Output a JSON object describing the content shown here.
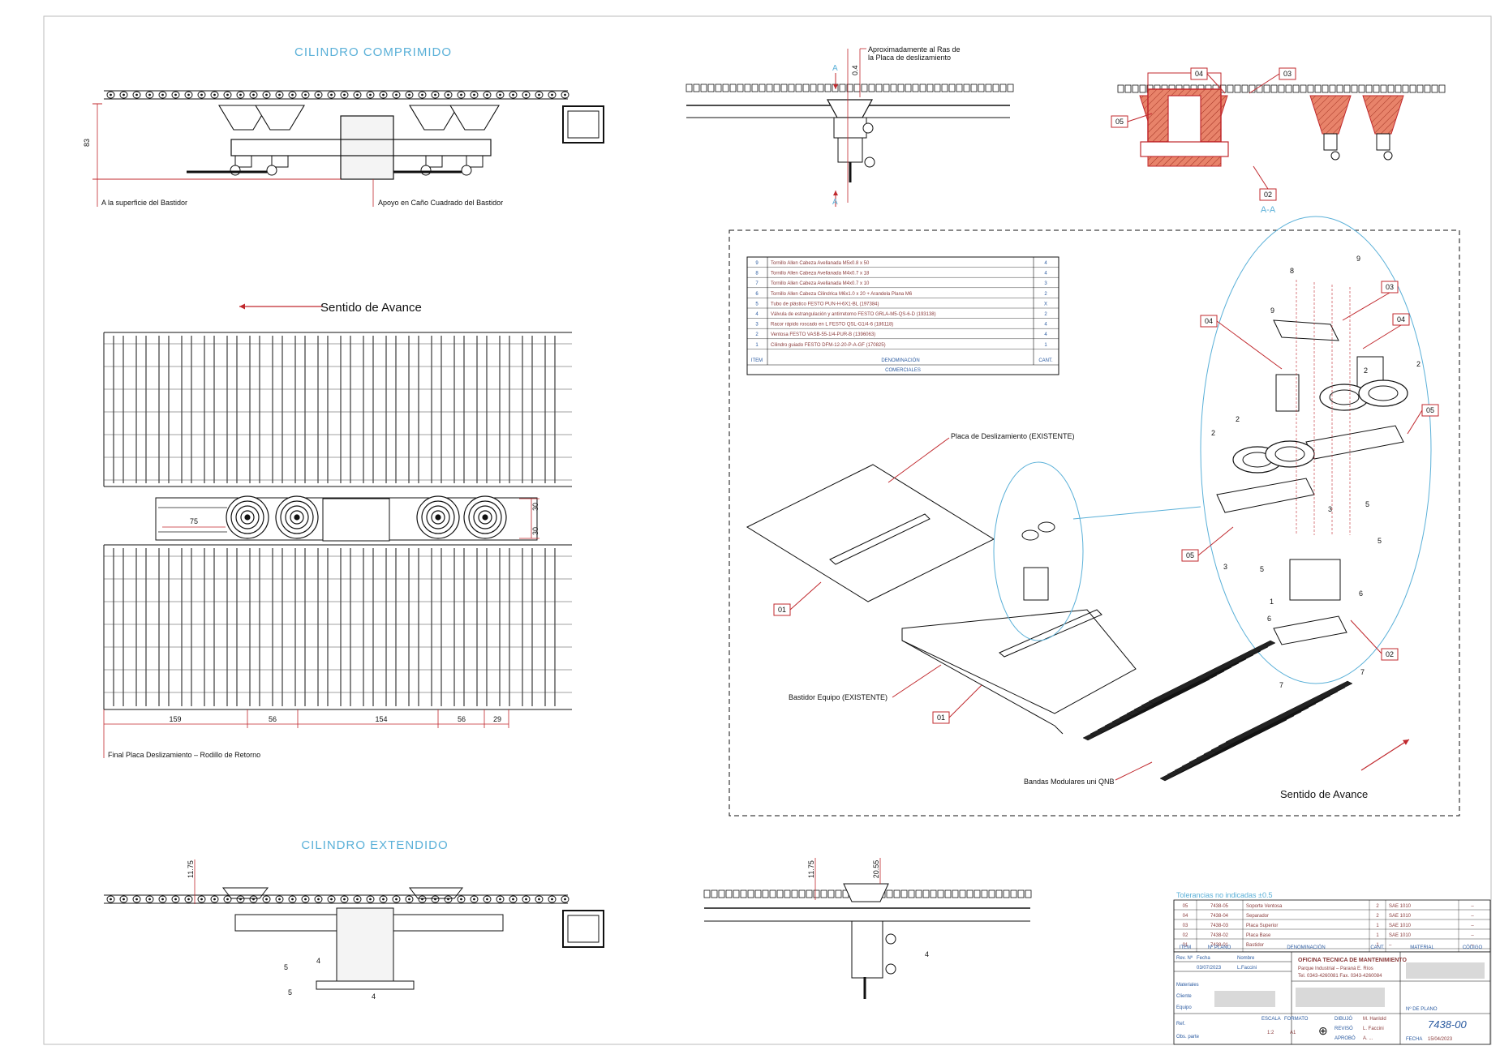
{
  "views": {
    "compressed_title": "CILINDRO COMPRIMIDO",
    "extended_title": "CILINDRO EXTENDIDO",
    "note_surface": "A la superficie del Bastidor",
    "note_support": "Apoyo en Caño Cuadrado del Bastidor",
    "note_flush_1": "Aproximadamente al Ras de",
    "note_flush_2": "la Placa de deslizamiento",
    "section_letter": "A",
    "section_title": "A-A",
    "direction_text": "Sentido de Avance",
    "direction_text_iso": "Sentido de Avance",
    "final_plate_note": "Final Placa Deslizamiento – Rodillo de Retorno",
    "iso_plate_note": "Placa de Deslizamiento (EXISTENTE)",
    "iso_frame_note": "Bastidor Equipo (EXISTENTE)",
    "iso_belts_note": "Bandas Modulares uni QNB"
  },
  "dimensions": {
    "height_83": "83",
    "gap_04": "0.4",
    "dim_75": "75",
    "dim_30a": "30",
    "dim_30b": "30",
    "dim_159": "159",
    "dim_56a": "56",
    "dim_154": "154",
    "dim_56b": "56",
    "dim_29": "29",
    "dim_1175a": "11.75",
    "dim_1175b": "11.75",
    "dim_2055": "20.55"
  },
  "tags": {
    "t01": "01",
    "t02": "02",
    "t03": "03",
    "t04": "04",
    "t05": "05",
    "n1": "1",
    "n2": "2",
    "n3": "3",
    "n4": "4",
    "n5": "5",
    "n6": "6",
    "n7": "7",
    "n8": "8",
    "n9": "9"
  },
  "bom": {
    "rows": [
      {
        "item": "9",
        "desc": "Tornillo Allen Cabeza Avellanada M5x0.8 x 50",
        "qty": "4"
      },
      {
        "item": "8",
        "desc": "Tornillo Allen Cabeza Avellanada M4x0.7 x 18",
        "qty": "4"
      },
      {
        "item": "7",
        "desc": "Tornillo Allen Cabeza Avellanada M4x0.7 x 10",
        "qty": "3"
      },
      {
        "item": "6",
        "desc": "Tornillo Allen Cabeza Cilindrica M6x1.0 x 20 + Arandela Plana M6",
        "qty": "2"
      },
      {
        "item": "5",
        "desc": "Tubo de plástico FESTO PUN-H-6X1-BL (197384)",
        "qty": "X"
      },
      {
        "item": "4",
        "desc": "Válvula de estrangulación y antirretorno FESTO GRLA-M5-QS-6-D (193138)",
        "qty": "2"
      },
      {
        "item": "3",
        "desc": "Racor rápido roscado en L FESTO QSL-G1/4-6 (186118)",
        "qty": "4"
      },
      {
        "item": "2",
        "desc": "Ventosa FESTO VASB-55-1/4-PUR-B (1396063)",
        "qty": "4"
      },
      {
        "item": "1",
        "desc": "Cilindro guiado FESTO DFM-12-20-P-A-GF (170825)",
        "qty": "1"
      }
    ],
    "header_item": "ITEM",
    "header_desc": "DENOMINACIÓN",
    "header_qty": "CANT.",
    "footer": "COMERCIALES"
  },
  "title_block": {
    "tolerance": "Tolerancias no indicadas ±0.5",
    "parts": [
      {
        "item": "05",
        "plano": "7438-05",
        "desc": "Soporte Ventosa",
        "qty": "2",
        "mat": "SAE 1010",
        "cod": "–"
      },
      {
        "item": "04",
        "plano": "7438-04",
        "desc": "Separador",
        "qty": "2",
        "mat": "SAE 1010",
        "cod": "–"
      },
      {
        "item": "03",
        "plano": "7438-03",
        "desc": "Placa Superior",
        "qty": "1",
        "mat": "SAE 1010",
        "cod": "–"
      },
      {
        "item": "02",
        "plano": "7438-02",
        "desc": "Placa Base",
        "qty": "1",
        "mat": "SAE 1010",
        "cod": "–"
      },
      {
        "item": "01",
        "plano": "7438-01",
        "desc": "Bastidor",
        "qty": "1",
        "mat": "–",
        "cod": "–"
      }
    ],
    "h_item": "ITEM",
    "h_plano": "Nº PLANO",
    "h_desc": "DENOMINACIÓN",
    "h_qty": "CANT.",
    "h_mat": "MATERIAL",
    "h_cod": "CÓDIGO",
    "office": "OFICINA TECNICA DE MANTENIMIENTO",
    "address": "Parque Industrial – Paraná E. Ríos",
    "phone": "Tel. 0343-4260081    Fax. 0343-4260084",
    "rev_col1": "Rev. Nº",
    "rev_col2": "Fecha",
    "rev_col3": "Nombre",
    "rev_date": "03/07/2023",
    "rev_name": "L.Faccini",
    "materials_lbl": "Materiales",
    "cliente_lbl": "Cliente",
    "equipo_lbl": "Equipo",
    "ref_lbl": "Ref.",
    "obs_lbl": "Obs. parte",
    "escala_lbl": "ESCALA",
    "escala": "1:2",
    "formato_lbl": "FORMATO",
    "formato": "A1",
    "dibujo_lbl": "DIBUJÓ",
    "dibujo": "M. Hanlold",
    "reviso_lbl": "REVISÓ",
    "reviso": "L. Faccini",
    "aprobo_lbl": "APROBÓ",
    "aprobo": "A. ...",
    "plano_lbl": "Nº DE PLANO",
    "plano": "7438-00",
    "fecha_lbl": "FECHA",
    "fecha": "15/04/2023"
  },
  "colors": {
    "red": "#c0282d",
    "section_fill": "#e8836a",
    "blue": "#5ab0d8",
    "line": "#111111"
  }
}
